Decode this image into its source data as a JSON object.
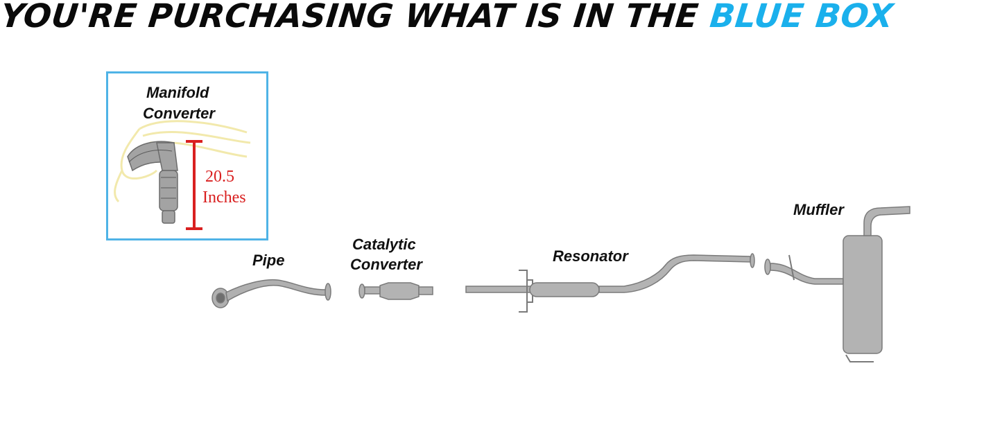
{
  "headline": {
    "text": "YOU'RE PURCHASING WHAT IS IN THE ",
    "accent_text": "BLUE BOX"
  },
  "colors": {
    "accent": "#4fb3e6",
    "headline_accent": "#1ab0ec",
    "pipe_metal": "#a9a9a9",
    "pipe_dark": "#7a7a7a",
    "measure_red": "#d92020",
    "outline_yellow": "#f1e7a4"
  },
  "highlighted_part": {
    "name_line1": "Manifold",
    "name_line2": "Converter",
    "measurement_value": "20.5",
    "measurement_unit": "Inches",
    "icon": "manifold-converter-icon"
  },
  "parts": [
    {
      "key": "pipe",
      "label": "Pipe",
      "icon": "pipe-icon"
    },
    {
      "key": "catalytic",
      "label_line1": "Catalytic",
      "label_line2": "Converter",
      "icon": "catalytic-converter-icon"
    },
    {
      "key": "resonator",
      "label": "Resonator",
      "icon": "resonator-icon"
    },
    {
      "key": "muffler",
      "label": "Muffler",
      "icon": "muffler-icon"
    }
  ]
}
